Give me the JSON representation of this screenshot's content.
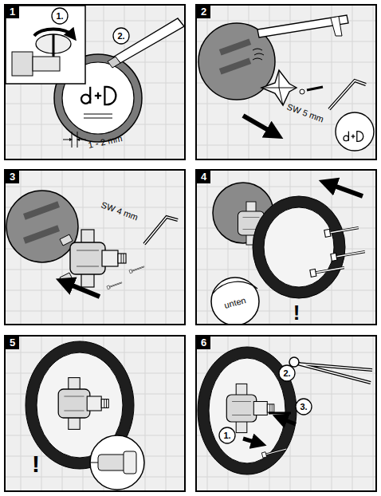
{
  "diagram": {
    "nodes": [
      {
        "text": [
          "1"
        ]
      },
      {
        "text": [
          "2"
        ]
      },
      {
        "text": [
          "3"
        ]
      },
      {
        "text": [
          "4"
        ]
      },
      {
        "text": [
          "5"
        ]
      },
      {
        "text": [
          "6"
        ]
      }
    ],
    "labels": [
      "1.",
      "2.",
      "1 - 2 mm",
      "SW 5 mm",
      "SW 4 mm",
      "unten",
      "!",
      "!",
      "1.",
      "2.",
      "3."
    ]
  }
}
